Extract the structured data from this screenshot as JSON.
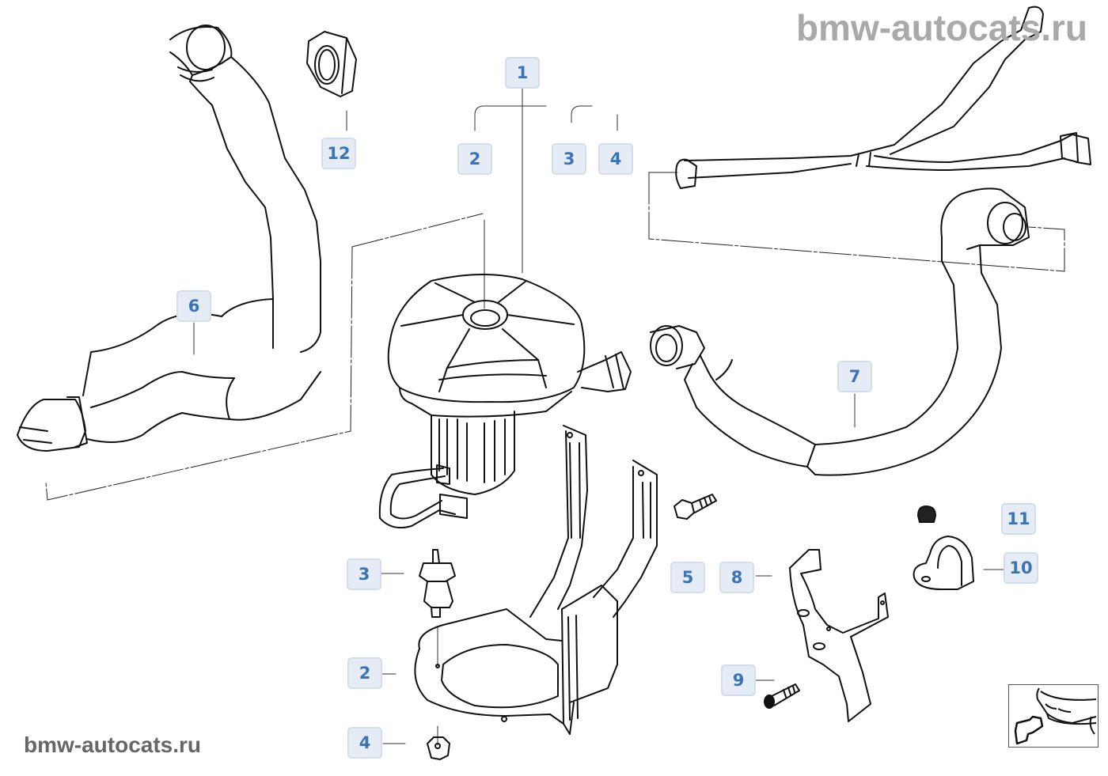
{
  "watermarks": {
    "top": "bmw-autocats.ru",
    "bottom": "bmw-autocats.ru"
  },
  "colors": {
    "callout_bg": "#e5ecf5",
    "callout_border": "#d3deec",
    "callout_text": "#3a74b6",
    "watermark_top": "#a9a9a9",
    "watermark_bottom": "#666666",
    "line_art": "#111111"
  },
  "parts": [
    {
      "key": "p1",
      "label": "1",
      "name": "secondary-air-pump"
    },
    {
      "key": "p2a",
      "label": "2",
      "name": "pump-group-bracket-ref"
    },
    {
      "key": "p3a",
      "label": "3",
      "name": "pump-group-mount-ref"
    },
    {
      "key": "p4a",
      "label": "4",
      "name": "pump-group-nut-ref"
    },
    {
      "key": "p12",
      "label": "12",
      "name": "hose-connector-nut"
    },
    {
      "key": "p6",
      "label": "6",
      "name": "intake-hose"
    },
    {
      "key": "p7",
      "label": "7",
      "name": "pressure-hose"
    },
    {
      "key": "p3b",
      "label": "3",
      "name": "rubber-mount"
    },
    {
      "key": "p2b",
      "label": "2",
      "name": "pump-bracket"
    },
    {
      "key": "p4b",
      "label": "4",
      "name": "hex-nut"
    },
    {
      "key": "p5",
      "label": "5",
      "name": "hex-bolt"
    },
    {
      "key": "p8",
      "label": "8",
      "name": "holder-bracket"
    },
    {
      "key": "p9",
      "label": "9",
      "name": "screw"
    },
    {
      "key": "p11",
      "label": "11",
      "name": "self-locking-nut"
    },
    {
      "key": "p10",
      "label": "10",
      "name": "hose-clamp"
    }
  ],
  "navigation": {
    "thumbnail_icon": "car-front-location-icon"
  }
}
